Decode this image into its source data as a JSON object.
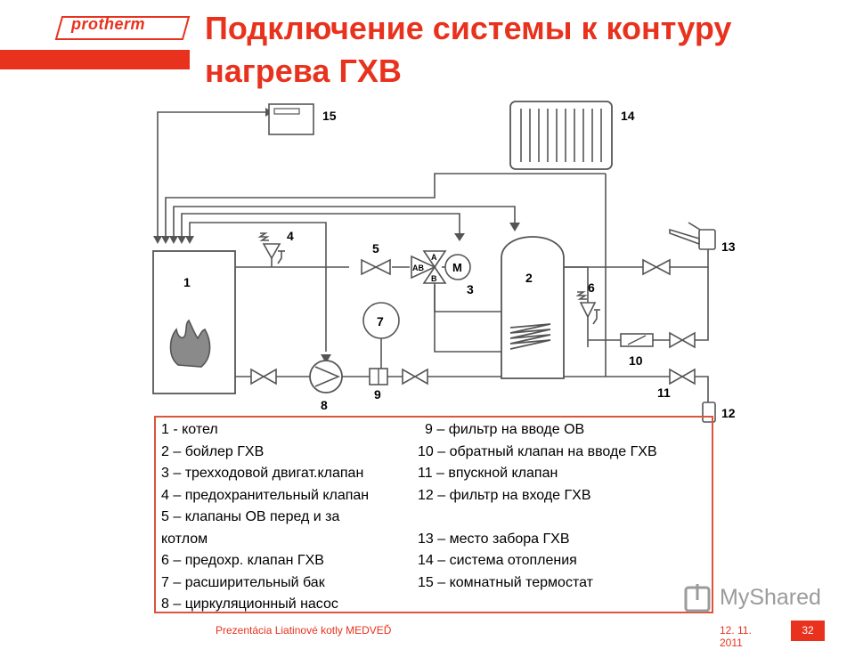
{
  "header": {
    "logo_text": "protherm",
    "title_line1": "Подключение системы к контуру",
    "title_line2": "нагрева ГХВ"
  },
  "diagram": {
    "labels": {
      "n1": "1",
      "n2": "2",
      "n3": "3",
      "n4": "4",
      "n5": "5",
      "n6": "6",
      "n7": "7",
      "n8": "8",
      "n9": "9",
      "n10": "10",
      "n11": "11",
      "n12": "12",
      "n13": "13",
      "n14": "14",
      "n15": "15",
      "valve_a": "A",
      "valve_ab": "AB",
      "valve_b": "B",
      "motor": "M"
    }
  },
  "legend": {
    "left": [
      "1 - котел",
      "2 – бойлер ГХВ",
      "3 – трехходовой двигат.клапан",
      "4 – предохранительный клапан",
      "5 – клапаны ОВ перед и за котлом",
      "6 – предохр. клапан ГХВ",
      "7 – расширительный бак",
      "8 – циркуляционный насос"
    ],
    "right": [
      "9 – фильтр на вводе ОВ",
      "10 – обратный клапан на вводе ГХВ",
      "11 – впускной клапан",
      "12 – фильтр на входе ГХВ",
      "13 – место забора ГХВ",
      "14 – система отопления",
      "15 – комнатный термостат"
    ]
  },
  "footer": {
    "presentation": "Prezentácia Liatinové kotly MEDVEĎ",
    "date": "12. 11. 2011",
    "page": "32"
  },
  "watermark": {
    "text": "MyShared"
  },
  "colors": {
    "accent": "#e8321e",
    "line": "#555555"
  }
}
